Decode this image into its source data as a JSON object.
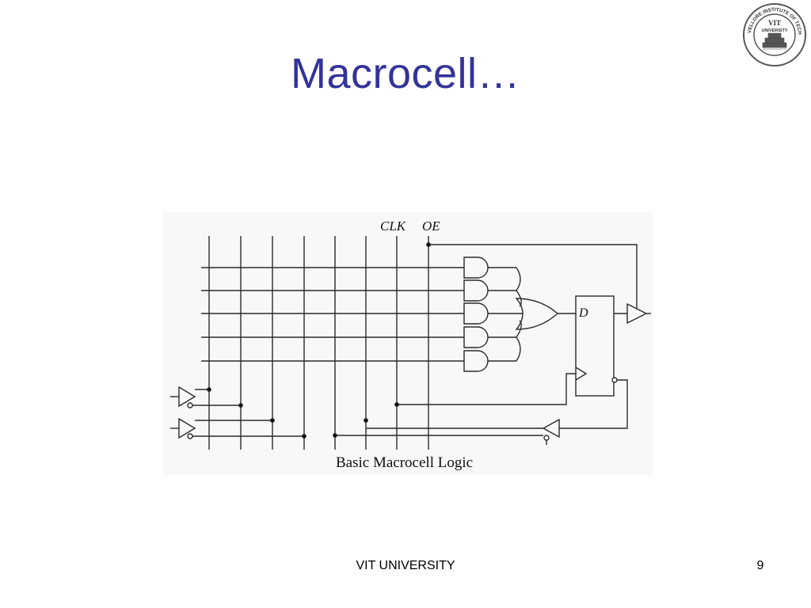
{
  "slide": {
    "title": "Macrocell…",
    "footer_text": "VIT UNIVERSITY",
    "page_number": "9"
  },
  "logo": {
    "ring_text": "VELLORE INSTITUTE OF TECHNOLOGY",
    "center_line1": "VIT",
    "center_line2": "UNIVERSITY"
  },
  "diagram": {
    "clk_label": "CLK",
    "oe_label": "OE",
    "d_label": "D",
    "caption": "Basic Macrocell Logic"
  },
  "colors": {
    "title": "#333399",
    "lines": "#2b2b2b",
    "diagram_background": "#f8f8f8"
  }
}
